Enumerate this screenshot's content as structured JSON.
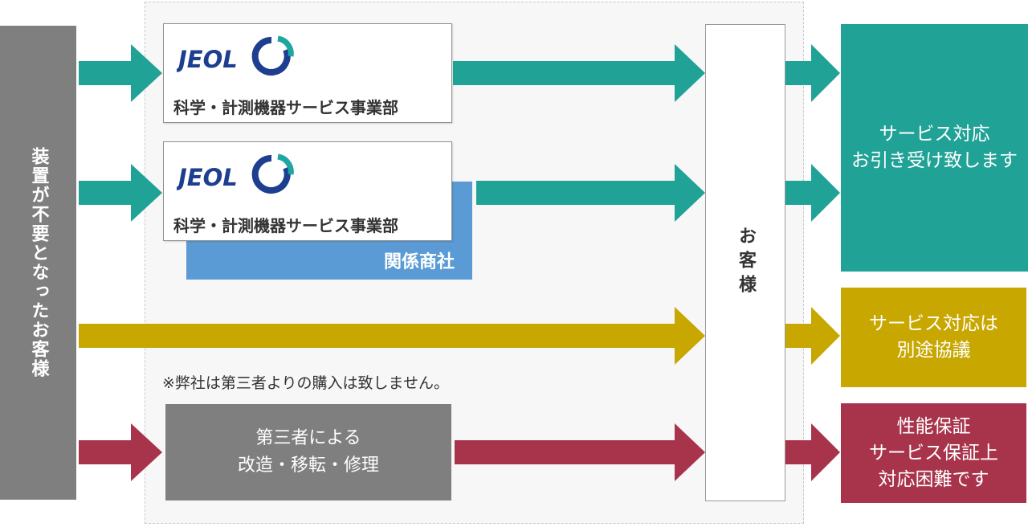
{
  "colors": {
    "teal": "#21a297",
    "gold": "#c7a700",
    "crimson": "#a8344c",
    "gray": "#7f7f7f",
    "dealer_blue": "#5b9bd5",
    "jeol_navy": "#1e3f8f",
    "jeol_teal": "#1fa6a0"
  },
  "source": {
    "label": "装置が不要となったお客様"
  },
  "jeol_boxes": [
    {
      "logo_text": "JEOL",
      "logo_icon": "jeol-swirl-icon",
      "label": "科学・計測機器サービス事業部"
    },
    {
      "logo_text": "JEOL",
      "logo_icon": "jeol-swirl-icon",
      "label": "科学・計測機器サービス事業部"
    }
  ],
  "dealer": {
    "label": "関係商社"
  },
  "note": "※弊社は第三者よりの購入は致しません。",
  "third_party": {
    "line1": "第三者による",
    "line2": "改造・移転・修理"
  },
  "customer": {
    "label": "お客様"
  },
  "results": {
    "teal": {
      "line1": "サービス対応",
      "line2": "お引き受け致します"
    },
    "gold": {
      "line1": "サービス対応は",
      "line2": "別途協議"
    },
    "crimson": {
      "line1": "性能保証",
      "line2": "サービス保証上",
      "line3": "対応困難です"
    }
  }
}
